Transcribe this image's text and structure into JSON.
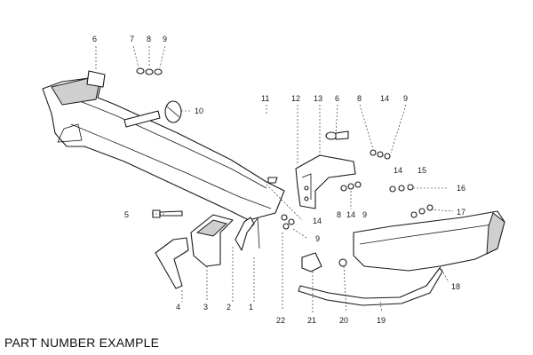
{
  "caption": "PART NUMBER EXAMPLE",
  "callouts": [
    {
      "key": "c6a",
      "text": "6"
    },
    {
      "key": "c7a",
      "text": "7"
    },
    {
      "key": "c8a",
      "text": "8"
    },
    {
      "key": "c9a",
      "text": "9"
    },
    {
      "key": "c10",
      "text": "10"
    },
    {
      "key": "c11",
      "text": "11"
    },
    {
      "key": "c12",
      "text": "12"
    },
    {
      "key": "c13",
      "text": "13"
    },
    {
      "key": "c6b",
      "text": "6"
    },
    {
      "key": "c8b",
      "text": "8"
    },
    {
      "key": "c14a",
      "text": "14"
    },
    {
      "key": "c9b",
      "text": "9"
    },
    {
      "key": "c14b",
      "text": "14"
    },
    {
      "key": "c15",
      "text": "15"
    },
    {
      "key": "c16",
      "text": "16"
    },
    {
      "key": "c17",
      "text": "17"
    },
    {
      "key": "c5",
      "text": "5"
    },
    {
      "key": "c14c",
      "text": "14"
    },
    {
      "key": "c8c",
      "text": "8"
    },
    {
      "key": "c14d",
      "text": "14"
    },
    {
      "key": "c9c",
      "text": "9"
    },
    {
      "key": "c9d",
      "text": "9"
    },
    {
      "key": "c18",
      "text": "18"
    },
    {
      "key": "c4",
      "text": "4"
    },
    {
      "key": "c3",
      "text": "3"
    },
    {
      "key": "c2",
      "text": "2"
    },
    {
      "key": "c1",
      "text": "1"
    },
    {
      "key": "c22",
      "text": "22"
    },
    {
      "key": "c21",
      "text": "21"
    },
    {
      "key": "c20",
      "text": "20"
    },
    {
      "key": "c19",
      "text": "19"
    }
  ]
}
